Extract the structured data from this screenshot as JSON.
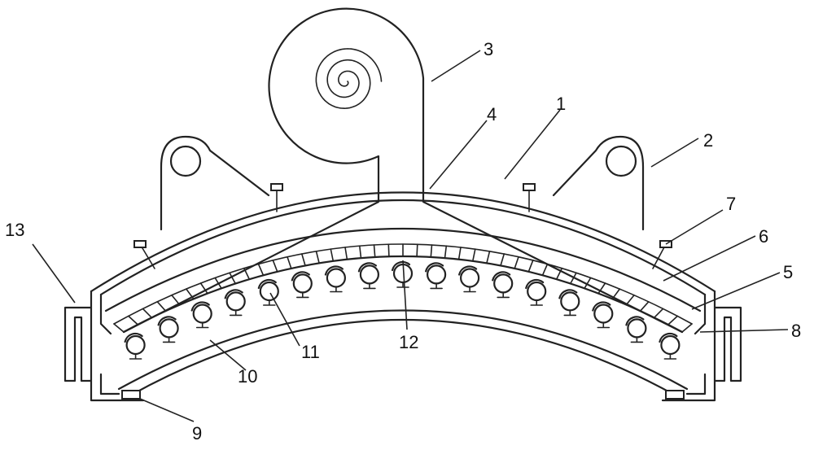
{
  "labels": {
    "l1": "1",
    "l2": "2",
    "l3": "3",
    "l4": "4",
    "l5": "5",
    "l6": "6",
    "l7": "7",
    "l8": "8",
    "l9": "9",
    "l10": "10",
    "l11": "11",
    "l12": "12",
    "l13": "13"
  },
  "roller_count": 17
}
